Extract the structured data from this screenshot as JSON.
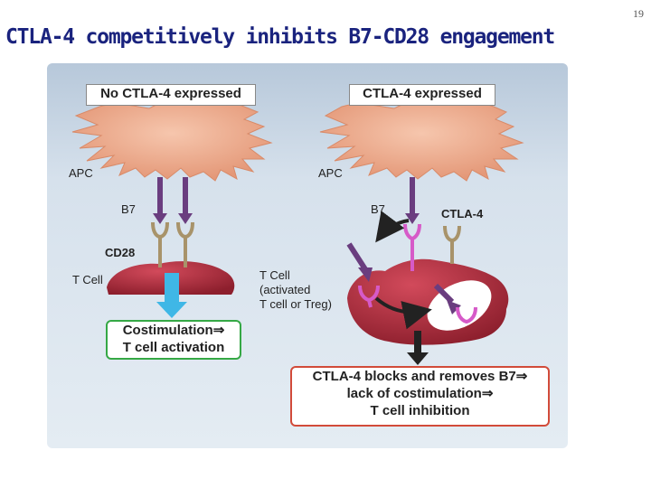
{
  "slide": {
    "number": "19",
    "title": "CTLA-4 competitively inhibits B7-CD28 engagement"
  },
  "left": {
    "header": "No CTLA-4 expressed",
    "apc_label": "APC",
    "b7_label": "B7",
    "cd28_label": "CD28",
    "tcell_label": "T Cell",
    "result_line1": "Costimulation",
    "result_line2": "T cell activation"
  },
  "right": {
    "header": "CTLA-4 expressed",
    "apc_label": "APC",
    "b7_label": "B7",
    "ctla4_label": "CTLA-4",
    "tcell_line1": "T Cell",
    "tcell_line2": "(activated",
    "tcell_line3": "T cell or Treg)",
    "result_line1": "CTLA-4 blocks and removes B7",
    "result_line2": "lack of costimulation",
    "result_line3": "T cell inhibition"
  },
  "arrow_glyph": "⇒",
  "colors": {
    "title": "#1a237e",
    "apc": "#eba585",
    "tcell": "#b02a3c",
    "b7": "#6a3d7f",
    "cd28": "#a8936a",
    "ctla4": "#d65ac8",
    "activation_arrow": "#3fb7e6",
    "green_border": "#35a845",
    "red_border": "#d24b3a"
  }
}
